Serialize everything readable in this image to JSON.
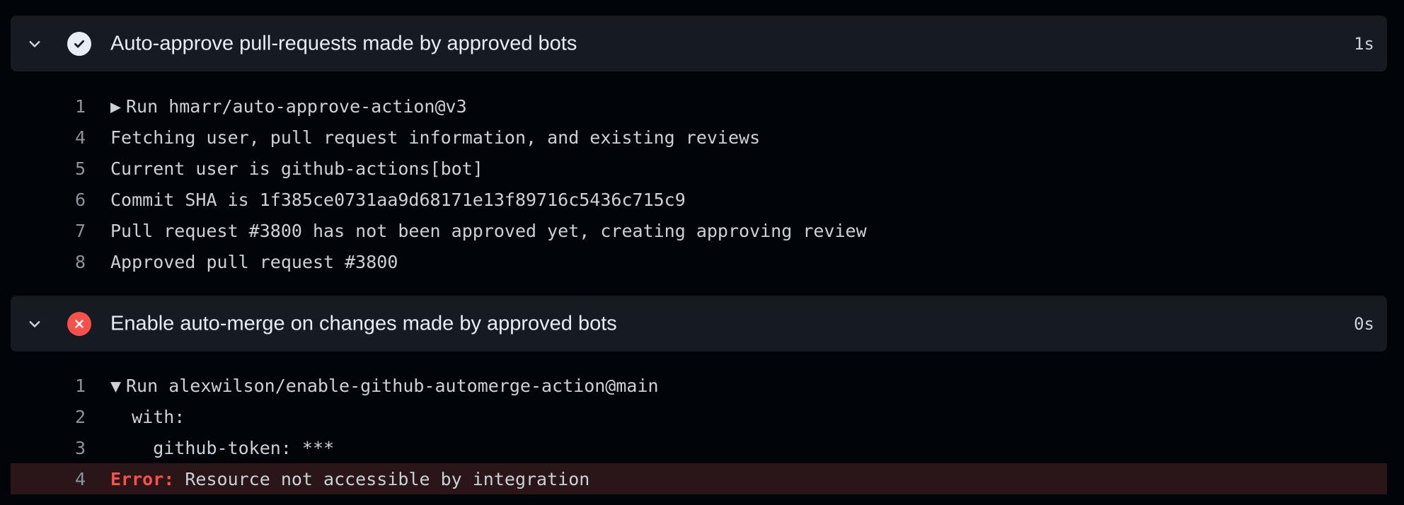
{
  "steps": [
    {
      "title": "Auto-approve pull-requests made by approved bots",
      "time": "1s",
      "status": "success",
      "lines": [
        {
          "num": "1",
          "caret": "▶",
          "text": "Run hmarr/auto-approve-action@v3"
        },
        {
          "num": "4",
          "text": "Fetching user, pull request information, and existing reviews"
        },
        {
          "num": "5",
          "text": "Current user is github-actions[bot]"
        },
        {
          "num": "6",
          "text": "Commit SHA is 1f385ce0731aa9d68171e13f89716c5436c715c9"
        },
        {
          "num": "7",
          "text": "Pull request #3800 has not been approved yet, creating approving review"
        },
        {
          "num": "8",
          "text": "Approved pull request #3800"
        }
      ]
    },
    {
      "title": "Enable auto-merge on changes made by approved bots",
      "time": "0s",
      "status": "failure",
      "lines": [
        {
          "num": "1",
          "caret": "▼",
          "text": "Run alexwilson/enable-github-automerge-action@main"
        },
        {
          "num": "2",
          "text": "  with:"
        },
        {
          "num": "3",
          "text": "    github-token: ***"
        },
        {
          "num": "4",
          "error_label": "Error:",
          "text": " Resource not accessible by integration"
        }
      ]
    }
  ],
  "colors": {
    "background": "#010409",
    "header": "#161b22",
    "success": "#e6edf3",
    "failure": "#f85149",
    "error_row": "#2a1518"
  },
  "icons": {
    "collapse": "chevron-down-icon",
    "success": "check-circle-icon",
    "failure": "x-circle-icon"
  }
}
